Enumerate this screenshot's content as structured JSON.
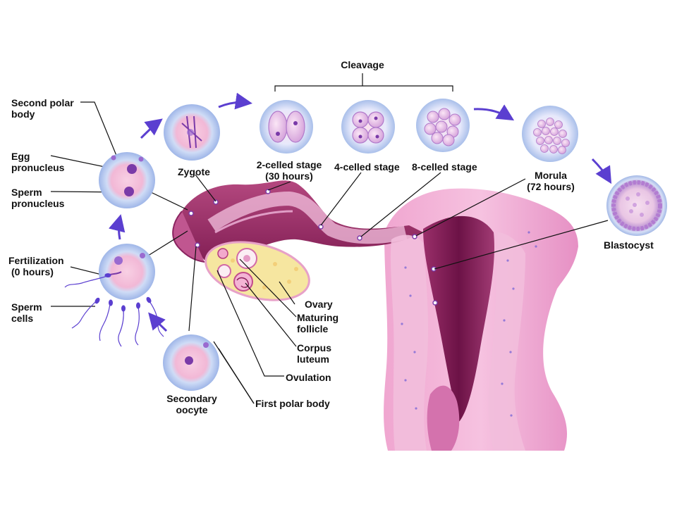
{
  "colors": {
    "tissue_pink": "#e89ac8",
    "tissue_dark": "#8c1f5a",
    "tissue_mid": "#c45a96",
    "tissue_light": "#f4c8e2",
    "cell_blue": "#bcd4f4",
    "cell_core": "#f6c4dc",
    "arrow_purple": "#5b3fd0",
    "nucleus_purple": "#7a3aa8",
    "follicle_yellow": "#f6e6a0",
    "line_black": "#111111"
  },
  "labels": {
    "cleavage": "Cleavage",
    "second_polar_body": [
      "Second polar",
      "body"
    ],
    "egg_pronucleus": [
      "Egg",
      "pronucleus"
    ],
    "sperm_pronucleus": [
      "Sperm",
      "pronucleus"
    ],
    "fertilization": [
      "Fertilization",
      "(0 hours)"
    ],
    "sperm_cells": [
      "Sperm",
      "cells"
    ],
    "zygote": "Zygote",
    "two_celled": [
      "2-celled stage",
      "(30 hours)"
    ],
    "four_celled": "4-celled stage",
    "eight_celled": "8-celled stage",
    "morula": [
      "Morula",
      "(72 hours)"
    ],
    "blastocyst": "Blastocyst",
    "ovary": "Ovary",
    "maturing_follicle": [
      "Maturing",
      "follicle"
    ],
    "corpus_luteum": [
      "Corpus",
      "luteum"
    ],
    "ovulation": "Ovulation",
    "secondary_oocyte": [
      "Secondary",
      "oocyte"
    ],
    "first_polar_body": "First polar body"
  },
  "icons": [
    "embryo-cell-icon",
    "sperm-cell-icon",
    "stage-arrow-icon"
  ]
}
